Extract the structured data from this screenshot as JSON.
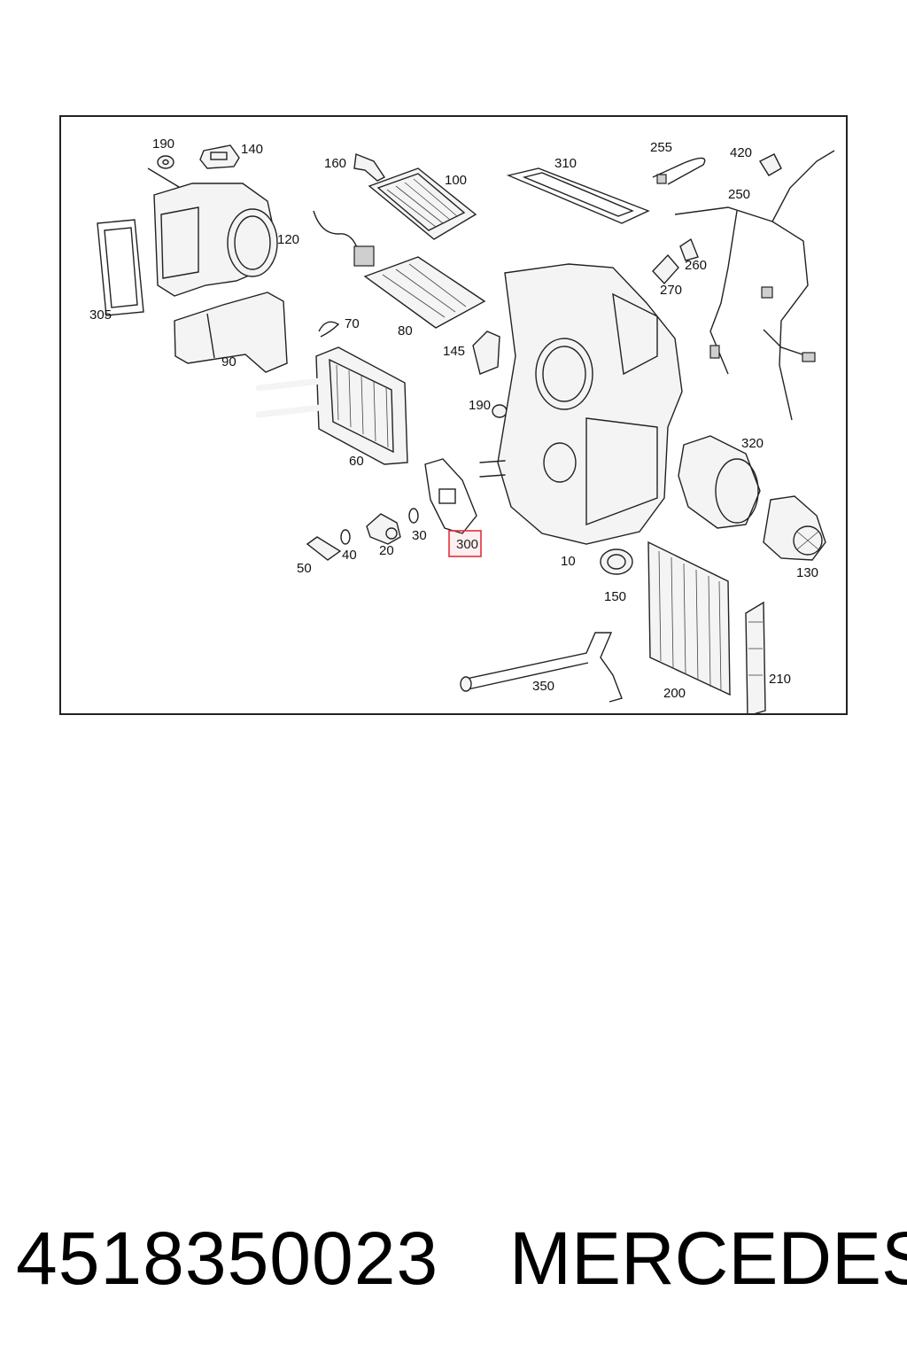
{
  "diagram": {
    "labels": {
      "l190a": "190",
      "l140": "140",
      "l160": "160",
      "l100": "100",
      "l310": "310",
      "l255": "255",
      "l420": "420",
      "l250": "250",
      "l120": "120",
      "l305": "305",
      "l260": "260",
      "l270": "270",
      "l70": "70",
      "l80": "80",
      "l90": "90",
      "l145": "145",
      "l190b": "190",
      "l320": "320",
      "l60": "60",
      "l30": "30",
      "l20": "20",
      "l40": "40",
      "l50": "50",
      "l300": "300",
      "l10": "10",
      "l150": "150",
      "l130": "130",
      "l350": "350",
      "l200": "200",
      "l210": "210"
    },
    "highlight_color": "#e0303a"
  },
  "footer": {
    "part_number": "4518350023",
    "brand": "MERCEDES"
  }
}
